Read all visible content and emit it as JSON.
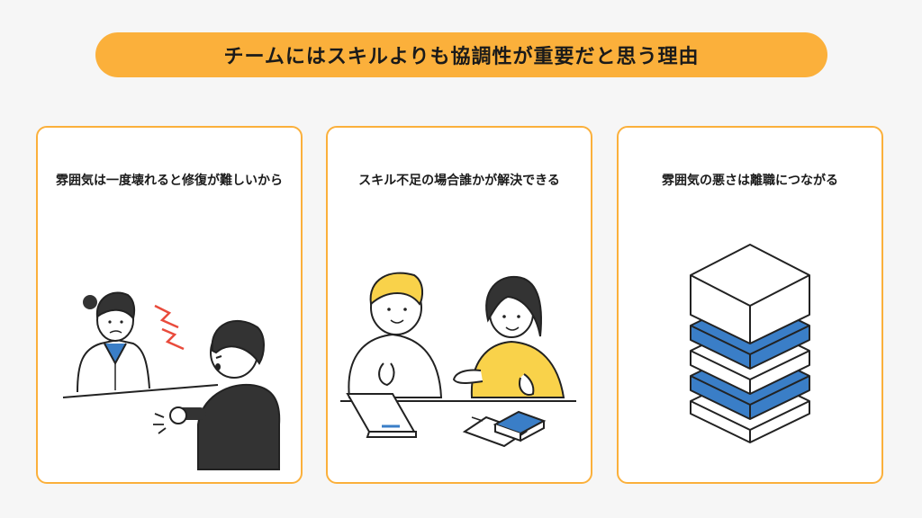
{
  "title": "チームにはスキルよりも協調性が重要だと思う理由",
  "cards": [
    {
      "heading": "雰囲気は一度壊れると修復が難しいから"
    },
    {
      "heading": "スキル不足の場合誰かが解決できる"
    },
    {
      "heading": "雰囲気の悪さは離職につながる"
    }
  ],
  "colors": {
    "accent": "#fbb03b",
    "blue": "#3a7ec7",
    "yellow": "#f9d24a"
  }
}
